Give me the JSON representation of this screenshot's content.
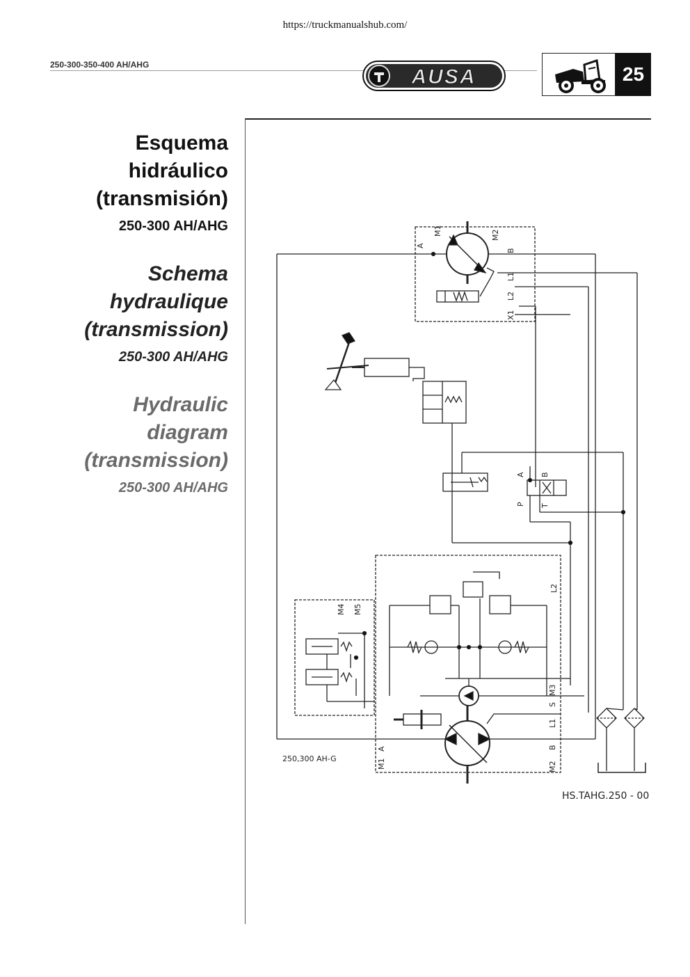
{
  "header": {
    "url": "https://truckmanualshub.com/",
    "model": "250-300-350-400  AH/AHG",
    "logo_text": "AUSA",
    "page_number": "25"
  },
  "titles": {
    "es": {
      "main": "Esquema hidráulico (transmisión)",
      "line1": "Esquema",
      "line2": "hidráulico",
      "line3": "(transmisión)",
      "sub": "250-300 AH/AHG"
    },
    "fr": {
      "line1": "Schema",
      "line2": "hydraulique",
      "line3": "(transmission)",
      "sub": "250-300 AH/AHG"
    },
    "en": {
      "line1": "Hydraulic",
      "line2": "diagram",
      "line3": "(transmission)",
      "sub": "250-300 AH/AHG"
    }
  },
  "diagram": {
    "labels": {
      "A_top": "A",
      "M1_top": "M1",
      "M2_top": "M2",
      "B_top": "B",
      "L1_top": "L1",
      "L2_top": "L2",
      "X1": "X1",
      "valve_A": "A",
      "valve_B": "B",
      "valve_P": "P",
      "valve_T": "T",
      "L2_mid": "L2",
      "M4": "M4",
      "M5": "M5",
      "S": "S",
      "M3": "M3",
      "L1_bot": "L1",
      "M1_bot": "M1",
      "A_bot": "A",
      "B_bot": "B",
      "M2_bot": "M2"
    },
    "caption_left": "250,300  AH-G",
    "caption_right": "HS.TAHG.250 - 00"
  }
}
